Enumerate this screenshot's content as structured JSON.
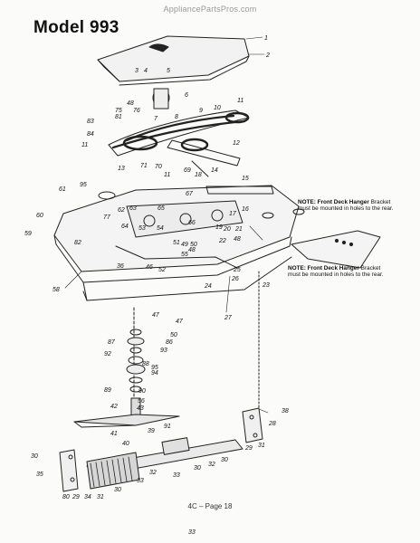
{
  "header": {
    "watermark": "AppliancePartsPros.com",
    "title": "Model 993"
  },
  "notes": [
    {
      "heading": "NOTE: Front Deck Hanger",
      "body": "Bracket must be mounted in holes to the rear."
    },
    {
      "heading": "NOTE: Front Deck Hanger",
      "body": "Bracket must be mounted in holes to the rear."
    }
  ],
  "footer": {
    "page_label": "4C – Page 18"
  },
  "callouts": [
    "1",
    "2",
    "3",
    "4",
    "5",
    "48",
    "76",
    "6",
    "9",
    "10",
    "11",
    "83",
    "75",
    "81",
    "7",
    "8",
    "84",
    "11",
    "13",
    "71",
    "70",
    "11",
    "12",
    "69",
    "18",
    "14",
    "15",
    "16",
    "95",
    "67",
    "61",
    "62",
    "63",
    "65",
    "66",
    "17",
    "60",
    "77",
    "64",
    "59",
    "19",
    "20",
    "21",
    "48",
    "82",
    "53",
    "54",
    "49",
    "50",
    "51",
    "55",
    "48",
    "22",
    "36",
    "46",
    "52",
    "25",
    "26",
    "24",
    "23",
    "58",
    "27",
    "47",
    "47",
    "50",
    "86",
    "87",
    "92",
    "93",
    "88",
    "95",
    "94",
    "90",
    "89",
    "56",
    "43",
    "42",
    "91",
    "41",
    "39",
    "40",
    "38",
    "28",
    "29",
    "31",
    "30",
    "35",
    "80",
    "29",
    "34",
    "31",
    "30",
    "33",
    "32",
    "30",
    "32",
    "30",
    "33",
    "33"
  ]
}
